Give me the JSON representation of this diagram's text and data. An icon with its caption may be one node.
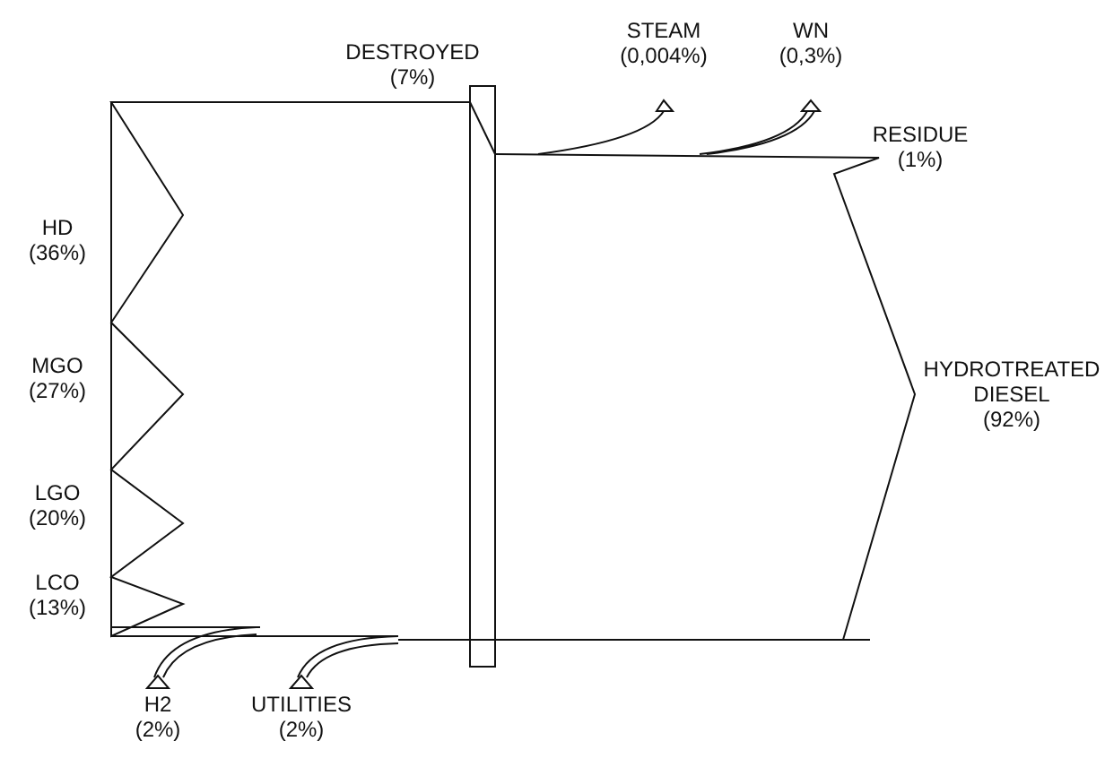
{
  "diagram": {
    "labels": [
      "DESTROYED (7%)",
      "STEAM (0,004%)",
      "WN (0,3%)",
      "RESIDUE (1%)",
      "HD (36%)",
      "MGO (27%)",
      "HYDROTREATED DIESEL (92%)",
      "LGO (20%)",
      "LCO (13%)",
      "H2 (2%)",
      "UTILITIES (2%)"
    ]
  }
}
